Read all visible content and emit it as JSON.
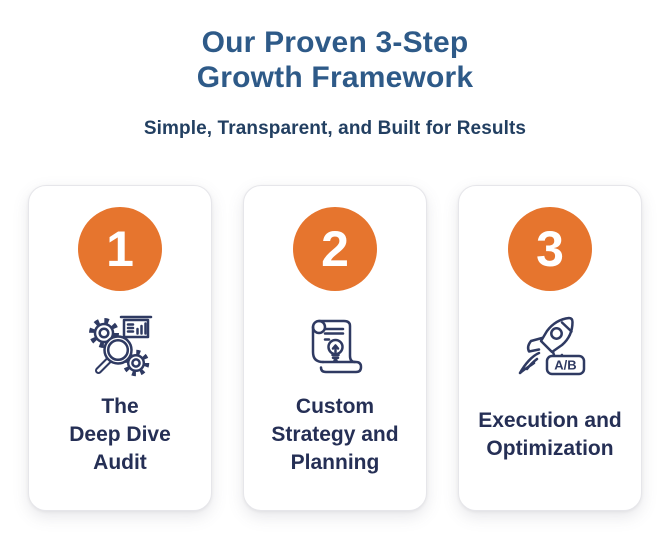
{
  "header": {
    "title_line1": "Our Proven 3-Step",
    "title_line2": "Growth Framework",
    "subtitle": "Simple, Transparent, and Built for Results"
  },
  "steps": [
    {
      "number": "1",
      "icon": "audit-magnifier-gears-chart-icon",
      "label": "The\nDeep Dive\nAudit"
    },
    {
      "number": "2",
      "icon": "strategy-scroll-lightbulb-icon",
      "label": "Custom\nStrategy and\nPlanning"
    },
    {
      "number": "3",
      "icon": "rocket-ab-test-icon",
      "label": "Execution and\nOptimization",
      "badge": "A/B"
    }
  ],
  "colors": {
    "accent_orange": "#E6752E",
    "title_blue": "#2E5A88",
    "subtitle_navy": "#223F61",
    "card_text_navy": "#252F55",
    "icon_stroke_navy": "#2F3A62",
    "card_border": "#E6E6EA",
    "background": "#FFFFFF"
  }
}
